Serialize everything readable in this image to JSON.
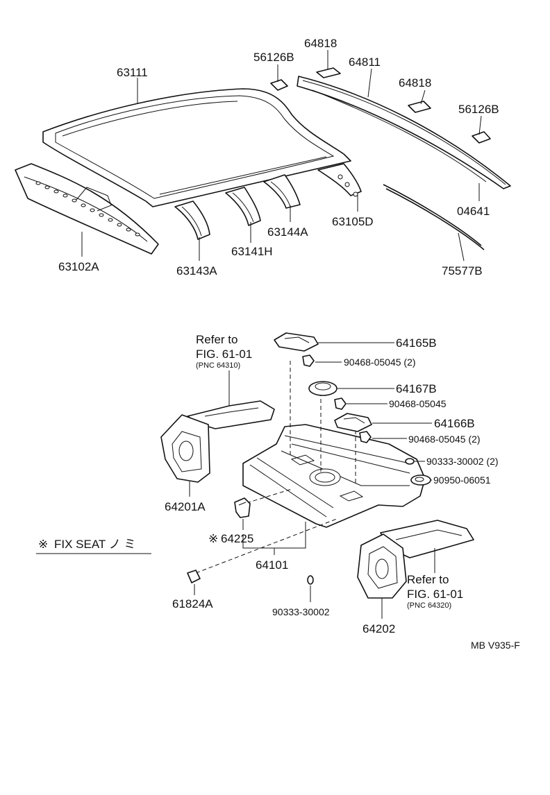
{
  "parts": {
    "p63111": "63111",
    "p56126B_a": "56126B",
    "p64818_a": "64818",
    "p64811": "64811",
    "p64818_b": "64818",
    "p56126B_b": "56126B",
    "p04641": "04641",
    "p75577B": "75577B",
    "p63105D": "63105D",
    "p63144A": "63144A",
    "p63141H": "63141H",
    "p63143A": "63143A",
    "p63102A": "63102A",
    "p64165B": "64165B",
    "p90468_05045_2a": "90468-05045 (2)",
    "p64167B": "64167B",
    "p90468_05045": "90468-05045",
    "p64166B": "64166B",
    "p90468_05045_2b": "90468-05045 (2)",
    "p90333_30002_2": "90333-30002 (2)",
    "p90950_06051": "90950-06051",
    "p64201A": "64201A",
    "p64225": "64225",
    "p64101": "64101",
    "p61824A": "61824A",
    "p90333_30002": "90333-30002",
    "p64202": "64202"
  },
  "refs": {
    "left": {
      "line1": "Refer to",
      "line2": "FIG. 61-01",
      "line3": "(PNC 64310)"
    },
    "right": {
      "line1": "Refer to",
      "line2": "FIG. 61-01",
      "line3": "(PNC 64320)"
    }
  },
  "note": {
    "mark": "※",
    "text": "FIX SEAT ノ ミ"
  },
  "mark_64225": "※",
  "footer": {
    "code": "MB V935-F"
  }
}
